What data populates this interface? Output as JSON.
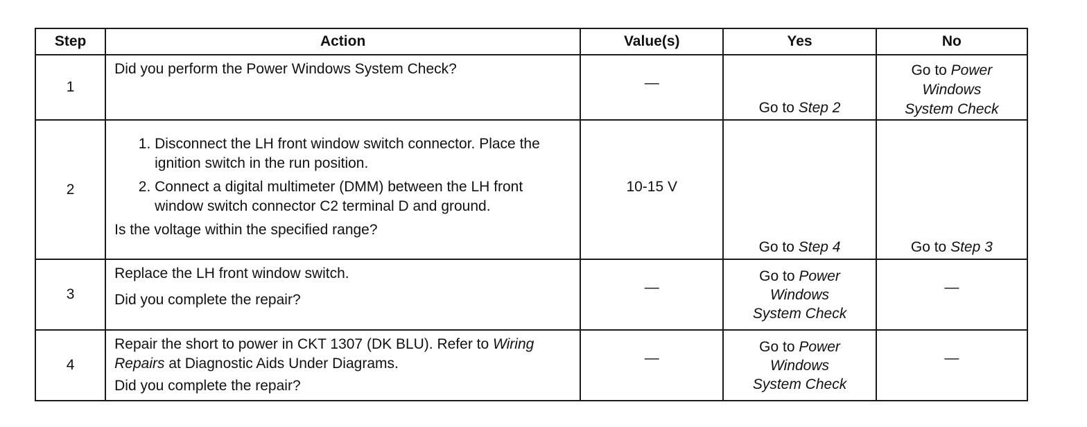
{
  "table": {
    "headers": {
      "step": "Step",
      "action": "Action",
      "values": "Value(s)",
      "yes": "Yes",
      "no": "No"
    },
    "rows": [
      {
        "step": "1",
        "action_question": "Did you perform the Power Windows System Check?",
        "value": "—",
        "yes_prefix": "Go to ",
        "yes_link": "Step 2",
        "no_prefix": "Go to ",
        "no_link_line1": "Power",
        "no_link_line2": "Windows",
        "no_link_line3": "System Check"
      },
      {
        "step": "2",
        "action_item1": "Disconnect the LH front window switch connector. Place the ignition switch in the run position.",
        "action_item2": "Connect a digital multimeter (DMM) between the LH front window switch connector C2 terminal D and ground.",
        "action_question": "Is the voltage within the specified range?",
        "value": "10-15 V",
        "yes_prefix": "Go to ",
        "yes_link": "Step 4",
        "no_prefix": "Go to ",
        "no_link": "Step 3"
      },
      {
        "step": "3",
        "action_text": "Replace the LH front window switch.",
        "action_question": "Did you complete the repair?",
        "value": "—",
        "yes_prefix": "Go to ",
        "yes_link_line1": "Power",
        "yes_link_line2": "Windows",
        "yes_link_line3": "System Check",
        "no": "—"
      },
      {
        "step": "4",
        "action_text_a": "Repair the short to power in CKT 1307 (DK BLU). Refer to ",
        "action_ref": "Wiring Repairs",
        "action_text_b": " at Diagnostic Aids Under Diagrams.",
        "action_question": "Did you complete the repair?",
        "value": "—",
        "yes_prefix": "Go to ",
        "yes_link_line1": "Power",
        "yes_link_line2": "Windows",
        "yes_link_line3": "System Check",
        "no": "—"
      }
    ]
  }
}
